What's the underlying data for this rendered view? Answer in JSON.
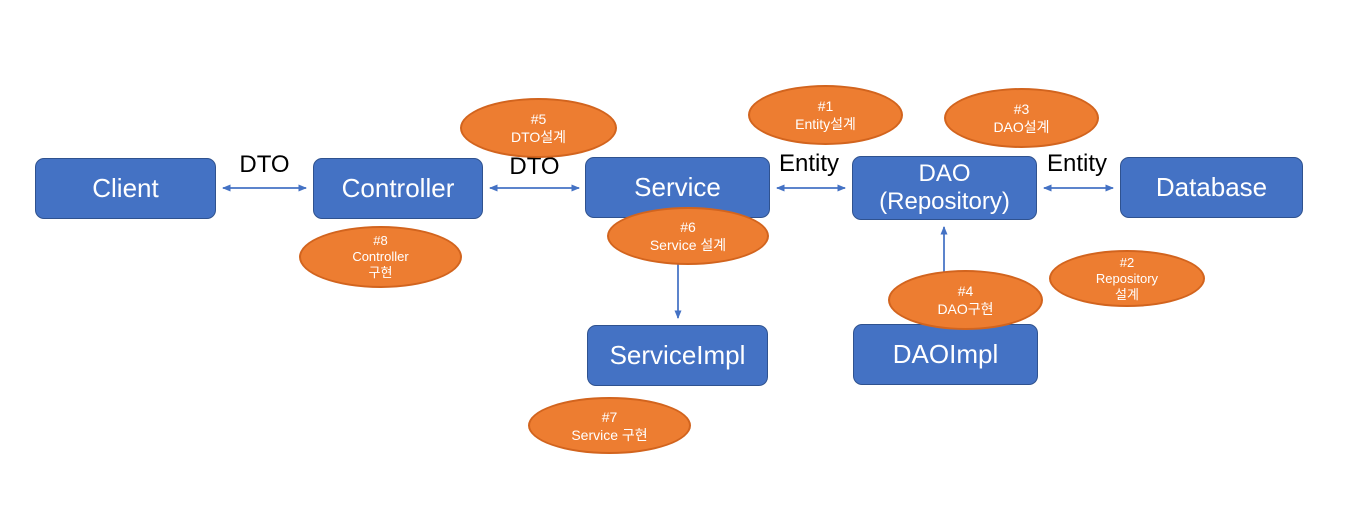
{
  "diagram": {
    "title": "Layered architecture design/implementation steps diagram",
    "boxes": {
      "client": {
        "label": "Client"
      },
      "controller": {
        "label": "Controller"
      },
      "service": {
        "label": "Service"
      },
      "dao": {
        "line1": "DAO",
        "line2": "(Repository)"
      },
      "database": {
        "label": "Database"
      },
      "serviceimpl": {
        "label": "ServiceImpl"
      },
      "daoimpl": {
        "label": "DAOImpl"
      }
    },
    "ellipses": {
      "e1": {
        "line1": "#1",
        "line2": "Entity설계"
      },
      "e2": {
        "line1": "#2",
        "line2": "Repository",
        "line3": "설계"
      },
      "e3": {
        "line1": "#3",
        "line2": "DAO설계"
      },
      "e4": {
        "line1": "#4",
        "line2": "DAO구현"
      },
      "e5": {
        "line1": "#5",
        "line2": "DTO설계"
      },
      "e6": {
        "line1": "#6",
        "line2": "Service 설계"
      },
      "e7": {
        "line1": "#7",
        "line2": "Service 구현"
      },
      "e8": {
        "line1": "#8",
        "line2": "Controller",
        "line3": "구현"
      }
    },
    "arrow_labels": {
      "dto_client_controller": "DTO",
      "dto_controller_service": "DTO",
      "entity_service_dao": "Entity",
      "entity_dao_database": "Entity"
    },
    "colors": {
      "box_fill": "#4472C4",
      "box_border": "#2F528F",
      "ellipse_fill": "#ED7D31",
      "ellipse_border": "#D2641E",
      "arrow": "#4472C4",
      "shape_text": "#FFFFFF",
      "label_text": "#000000",
      "background": "#FFFFFF"
    }
  }
}
